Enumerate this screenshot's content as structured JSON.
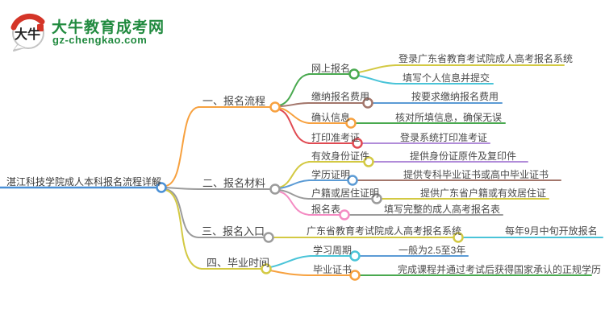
{
  "brand": {
    "name": "大牛教育成考网",
    "domain": "gz-chengkao.com",
    "seal_text": "大牛"
  },
  "palette": {
    "brand_green": "#218a3f",
    "seal_red": "#d43528",
    "root_blue": "#4a90d6",
    "orange": "#f7a13f",
    "gray": "#9b9b9b",
    "yellow": "#d3c943",
    "green": "#49a94f",
    "brown": "#a3766b",
    "red": "#e04a52",
    "cyan": "#4ac4d8",
    "skyblue": "#5b9bd5",
    "purple": "#b18cd9",
    "pink": "#f48cc3",
    "text": "#4a4a4a"
  },
  "mindmap": {
    "root": {
      "label": "湛江科技学院成人本科报名流程详解"
    },
    "branches": [
      {
        "label": "一、报名流程",
        "children": [
          {
            "label": "网上报名",
            "children": [
              {
                "label": "登录广东省教育考试院成人高考报名系统"
              },
              {
                "label": "填写个人信息并提交"
              }
            ]
          },
          {
            "label": "缴纳报名费用",
            "children": [
              {
                "label": "按要求缴纳报名费用"
              }
            ]
          },
          {
            "label": "确认信息",
            "children": [
              {
                "label": "核对所填信息，确保无误"
              }
            ]
          },
          {
            "label": "打印准考证",
            "children": [
              {
                "label": "登录系统打印准考证"
              }
            ]
          }
        ]
      },
      {
        "label": "二、报名材料",
        "children": [
          {
            "label": "有效身份证件",
            "children": [
              {
                "label": "提供身份证原件及复印件"
              }
            ]
          },
          {
            "label": "学历证明",
            "children": [
              {
                "label": "提供专科毕业证书或高中毕业证书"
              }
            ]
          },
          {
            "label": "户籍或居住证明",
            "children": [
              {
                "label": "提供广东省户籍或有效居住证"
              }
            ]
          },
          {
            "label": "报名表",
            "children": [
              {
                "label": "填写完整的成人高考报名表"
              }
            ]
          }
        ]
      },
      {
        "label": "三、报名入口",
        "children": [
          {
            "label": "广东省教育考试院成人高考报名系统",
            "children": [
              {
                "label": "每年9月中旬开放报名"
              }
            ]
          }
        ]
      },
      {
        "label": "四、毕业时间",
        "children": [
          {
            "label": "学习周期",
            "children": [
              {
                "label": "一般为2.5至3年"
              }
            ]
          },
          {
            "label": "毕业证书",
            "children": [
              {
                "label": "完成课程并通过考试后获得国家承认的正规学历"
              }
            ]
          }
        ]
      }
    ]
  }
}
